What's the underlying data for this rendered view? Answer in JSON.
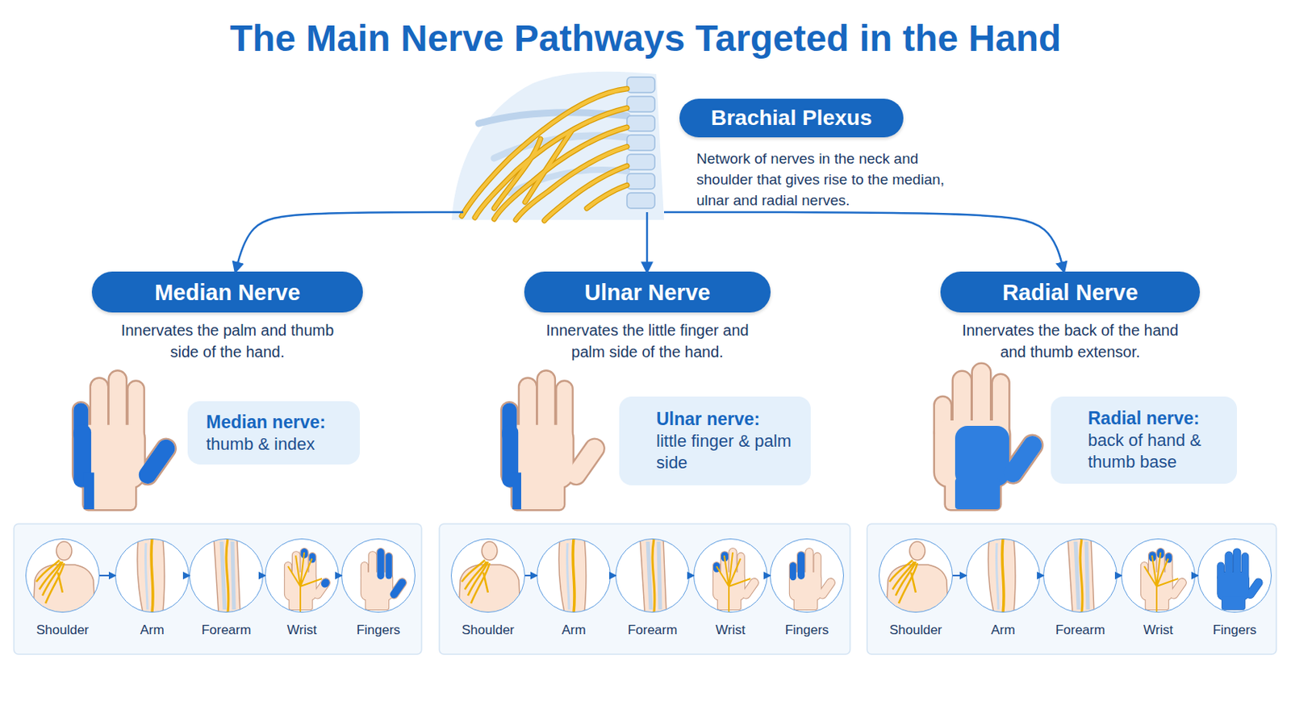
{
  "diagram": {
    "title": "The Main Nerve Pathways Targeted in the Hand",
    "nodes": [
      {
        "text": [
          "Brachial Plexus",
          "Network of nerves in the neck and shoulder that gives rise to the median, ulnar and radial nerves."
        ]
      },
      {
        "text": [
          "Median Nerve",
          "Innervates the palm and thumb side of the hand."
        ]
      },
      {
        "text": [
          "Median nerve:",
          "thumb & index"
        ]
      },
      {
        "text": [
          "Ulnar Nerve",
          "Innervates the little finger and palm side of the hand."
        ]
      },
      {
        "text": [
          "Ulnar nerve:",
          "little finger & palm side"
        ]
      },
      {
        "text": [
          "Radial Nerve",
          "Innervates the back of the hand and thumb extensor."
        ]
      },
      {
        "text": [
          "Radial nerve:",
          "back of hand & thumb base"
        ]
      },
      {
        "text": [
          "Shoulder"
        ]
      },
      {
        "text": [
          "Arm"
        ]
      },
      {
        "text": [
          "Forearm"
        ]
      },
      {
        "text": [
          "Wrist"
        ]
      },
      {
        "text": [
          "Fingers"
        ]
      },
      {
        "text": [
          "Shoulder"
        ]
      },
      {
        "text": [
          "Arm"
        ]
      },
      {
        "text": [
          "Forearm"
        ]
      },
      {
        "text": [
          "Wrist"
        ]
      },
      {
        "text": [
          "Fingers"
        ]
      },
      {
        "text": [
          "Shoulder"
        ]
      },
      {
        "text": [
          "Arm"
        ]
      },
      {
        "text": [
          "Forearm"
        ]
      },
      {
        "text": [
          "Wrist"
        ]
      },
      {
        "text": [
          "Fingers"
        ]
      }
    ],
    "edges": [
      {
        "from": 0,
        "to": 1,
        "arrow": "to"
      },
      {
        "from": 0,
        "to": 3,
        "arrow": "to"
      },
      {
        "from": 0,
        "to": 5,
        "arrow": "to"
      },
      {
        "from": 7,
        "to": 8,
        "arrow": "to"
      },
      {
        "from": 8,
        "to": 9,
        "arrow": "to"
      },
      {
        "from": 9,
        "to": 10,
        "arrow": "to"
      },
      {
        "from": 10,
        "to": 11,
        "arrow": "to"
      },
      {
        "from": 12,
        "to": 13,
        "arrow": "to"
      },
      {
        "from": 13,
        "to": 14,
        "arrow": "to"
      },
      {
        "from": 14,
        "to": 15,
        "arrow": "to"
      },
      {
        "from": 15,
        "to": 16,
        "arrow": "to"
      },
      {
        "from": 17,
        "to": 18,
        "arrow": "to"
      },
      {
        "from": 18,
        "to": 19,
        "arrow": "to"
      },
      {
        "from": 19,
        "to": 20,
        "arrow": "to"
      },
      {
        "from": 20,
        "to": 21,
        "arrow": "to"
      }
    ]
  }
}
